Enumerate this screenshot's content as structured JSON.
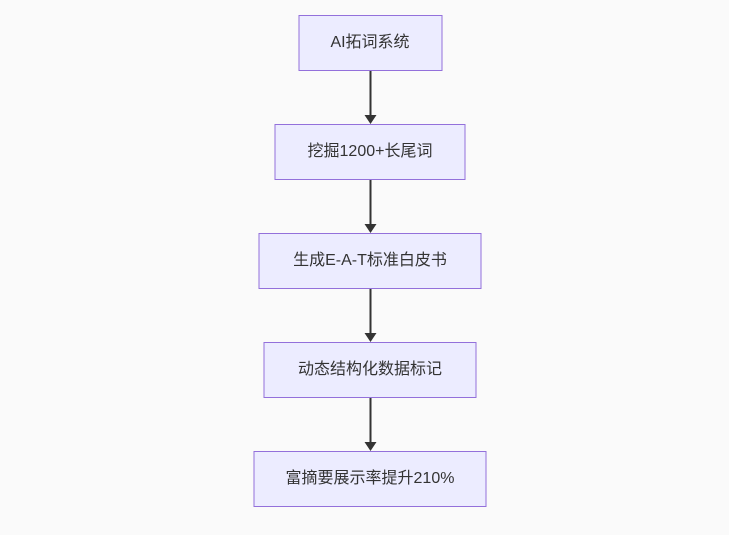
{
  "page": {
    "background_color": "#fafafa"
  },
  "flowchart": {
    "type": "flowchart-top-down",
    "node_fill_color": "#ECECFF",
    "node_border_color": "#9370DB",
    "node_text_color": "#333333",
    "edge_color": "#333333",
    "nodes": [
      {
        "id": "A",
        "label": "AI拓词系统"
      },
      {
        "id": "B",
        "label": "挖掘1200+长尾词"
      },
      {
        "id": "C",
        "label": "生成E-A-T标准白皮书"
      },
      {
        "id": "D",
        "label": "动态结构化数据标记"
      },
      {
        "id": "E",
        "label": "富摘要展示率提升210%"
      }
    ],
    "edges": [
      {
        "from": "A",
        "to": "B"
      },
      {
        "from": "B",
        "to": "C"
      },
      {
        "from": "C",
        "to": "D"
      },
      {
        "from": "D",
        "to": "E"
      }
    ]
  }
}
